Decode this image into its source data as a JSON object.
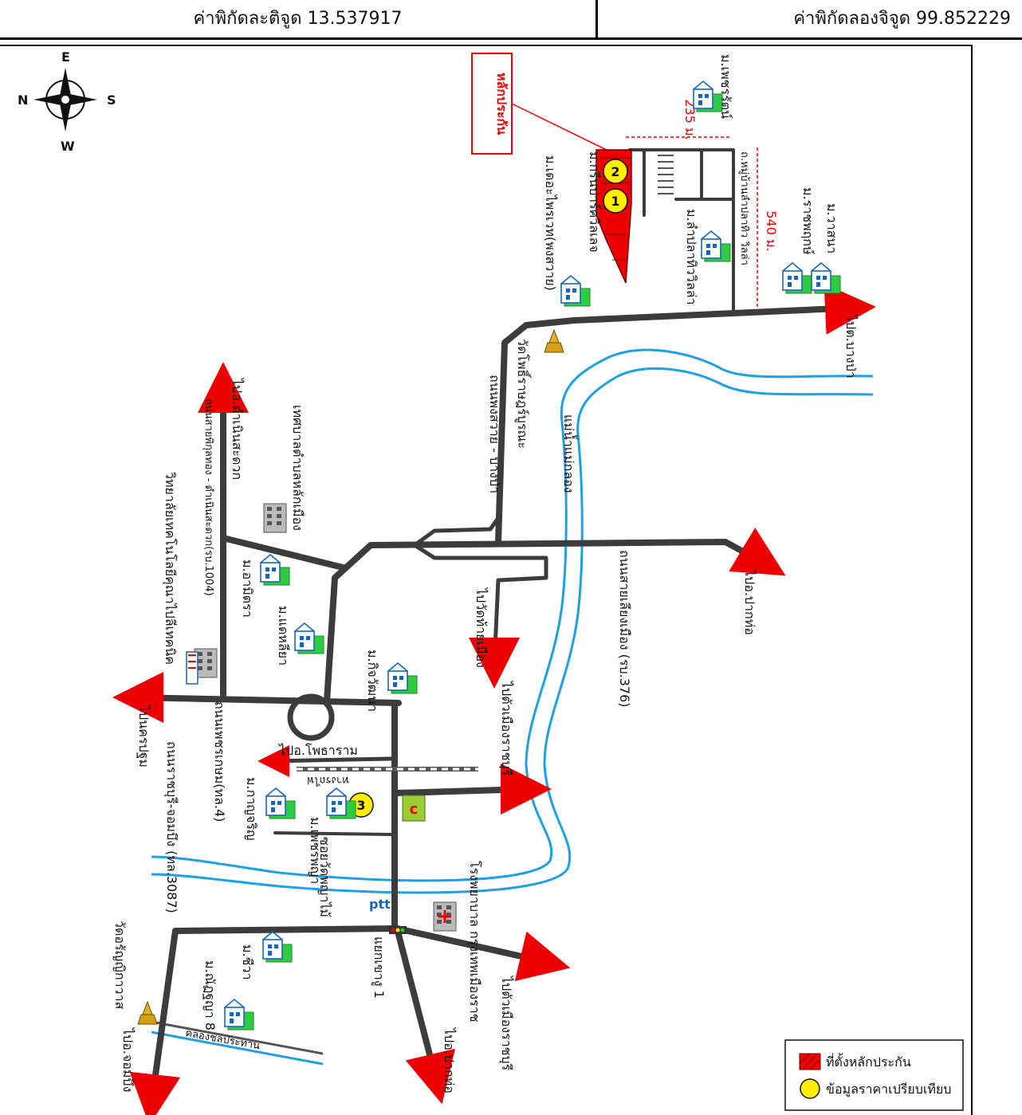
{
  "header": {
    "latitude": "ค่าพิกัดละติจูด 13.537917",
    "longitude": "ค่าพิกัดลองจิจูด 99.852229"
  },
  "compass": {
    "n": "N",
    "s": "S",
    "e": "E",
    "w": "W"
  },
  "collateral_label": "หลักประกัน",
  "distances": {
    "d1": "235 ม.",
    "d2": "540 ม."
  },
  "markers": {
    "m1": "1",
    "m2": "2",
    "m3": "3"
  },
  "labels": {
    "village_green_park": "ม.กรีนปาร์ควิลเลจ",
    "village_phetcharat": "ม.เพชรรัตน์",
    "village_phrai": "ม.เดอะไพรเวท(พงสวาย)",
    "village_lampla": "ม.ลำปลาทิววิลล่า",
    "soi_lampla": "ถ.หมู่บ้านลำปลาทิว วิลล่า",
    "village_ratchaphruek": "ม.ราชพฤกษ์",
    "village_wattana": "ม.วาสนา",
    "to_bangpa": "ไปต.บางป่า",
    "wat_phothi": "วัดโพธิ์ราษฎร์บูรณะ",
    "road_pongsawai": "ถนนพงสวาย - บางป่า",
    "river": "แม่น้ำแม่กลอง",
    "to_damnoen": "ไปอ.ดำเนินสะดวก",
    "road_1004": "ถนนสายพิกุลทอง - ดำเนินสะดวก(รบ.1004)",
    "municipality": "เทศบาลตำบลหลักเมือง",
    "college": "วิทยาลัยเทคโนโลยีคุณาไปลีเทคนิค",
    "village_amitra": "ม.อามิตรา",
    "village_dalia": "ม.แดหลียา",
    "village_kitwattana": "ม.กิจวัฒนา",
    "to_wat_thaimuang": "ไปวัดท้ายเมือง",
    "to_paktho": "ไปอ.ปากท่อ",
    "road_376": "ถนนสายเลียงเมือง (รบ.376)",
    "to_nakhonpathom": "ไปนครปฐม",
    "road_phetkasem": "ถนนเพชรเกษม(ทล.4)",
    "to_photharam": "ไปอ.โพธาราม",
    "railway": "ทางรถไฟ",
    "to_ratchaburi": "ไปตัวเมืองราชบุรี",
    "village_kanchana": "ม.กาญจริญ",
    "village_phetphaya": "ม.เพชรพญา",
    "road_3087": "ถนนราชบุรี-จอมบึง (ทล.3087)",
    "soi_wat_phaya": "ซอยวัดพญาไม้",
    "ptt": "ptt",
    "hospital": "โรงพยาบาล กรุงเทพเมืองราช",
    "junction": "แยกเขางู 1",
    "village_chiwa": "ม.ชีวา",
    "village_nanya": "ม.ณัฏฐญา 8",
    "wat_aranyik": "วัดอรัญญิกาวาส",
    "to_chombueng": "ไปอ.จอมบึง",
    "canal": "คลองชลประทาน",
    "to_paktho2": "ไปอ.ปากท่อ",
    "to_ratchaburi2": "ไปตัวเมืองราชบุรี"
  },
  "legend": {
    "collateral": "ที่ตั้งหลักประกัน",
    "comparison": "ข้อมูลราคาเปรียบเทียบ"
  },
  "colors": {
    "road": "#3c3c3c",
    "river": "#1ea0e6",
    "collateral": "#e00000",
    "marker": "#ffee00",
    "arrow": "#e00000"
  },
  "icons": {
    "house": "house-icon",
    "temple": "temple-icon",
    "building": "building-icon",
    "gas_station": "gas-station-icon",
    "traffic_light": "traffic-light-icon"
  }
}
